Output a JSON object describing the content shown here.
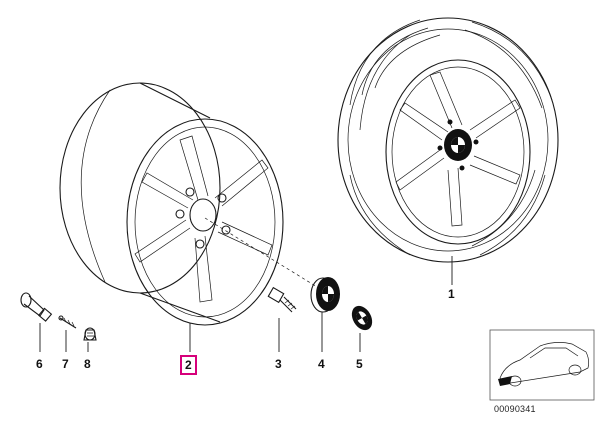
{
  "diagram": {
    "callouts": [
      {
        "id": "1",
        "label": "1"
      },
      {
        "id": "2",
        "label": "2",
        "highlight_color": "#d6007a"
      },
      {
        "id": "3",
        "label": "3"
      },
      {
        "id": "4",
        "label": "4"
      },
      {
        "id": "5",
        "label": "5"
      },
      {
        "id": "6",
        "label": "6"
      },
      {
        "id": "7",
        "label": "7"
      },
      {
        "id": "8",
        "label": "8"
      }
    ],
    "reference_code": "00090341",
    "parts": [
      "tire-wheel-assembly",
      "alloy-rim",
      "wheel-bolt",
      "hub-cap",
      "emblem",
      "valve",
      "valve-core-tool",
      "valve-cap"
    ]
  }
}
